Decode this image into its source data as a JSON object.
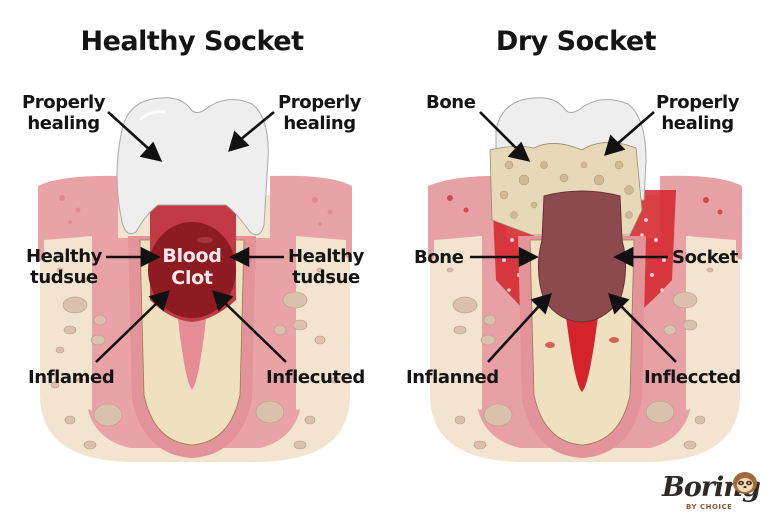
{
  "colors": {
    "gum": "#e9a3a6",
    "gum_dark": "#d8848a",
    "bone": "#f3e4cf",
    "bone_pore": "#d9c1ad",
    "tooth_enamel": "#eeeeee",
    "blood_clot": "#8e1a22",
    "dry_socket_cavity": "#8c4a4e",
    "inflamed_red": "#d4232b",
    "root_cream": "#efe0c0",
    "text": "#141414"
  },
  "panels": {
    "healthy": {
      "title": "Healthy Socket",
      "labels": {
        "top_left_line1": "Properly",
        "top_left_line2": "healing",
        "top_right_line1": "Properly",
        "top_right_line2": "healing",
        "mid_left_line1": "Healthy",
        "mid_left_line2": "tudsue",
        "mid_right_line1": "Healthy",
        "mid_right_line2": "tudsue",
        "bottom_left": "Inflamed",
        "bottom_right": "Inflecuted"
      },
      "center_text_line1": "Blood",
      "center_text_line2": "Clot"
    },
    "dry": {
      "title": "Dry Socket",
      "labels": {
        "top_left": "Bone",
        "top_right_line1": "Properly",
        "top_right_line2": "healing",
        "mid_left": "Bone",
        "mid_right": "Socket",
        "bottom_left": "Inflanned",
        "bottom_right": "Infleccted"
      }
    }
  },
  "logo": {
    "word": "Boring",
    "subtitle": "BY CHOICE",
    "mascot_icon": "sloth-icon"
  }
}
